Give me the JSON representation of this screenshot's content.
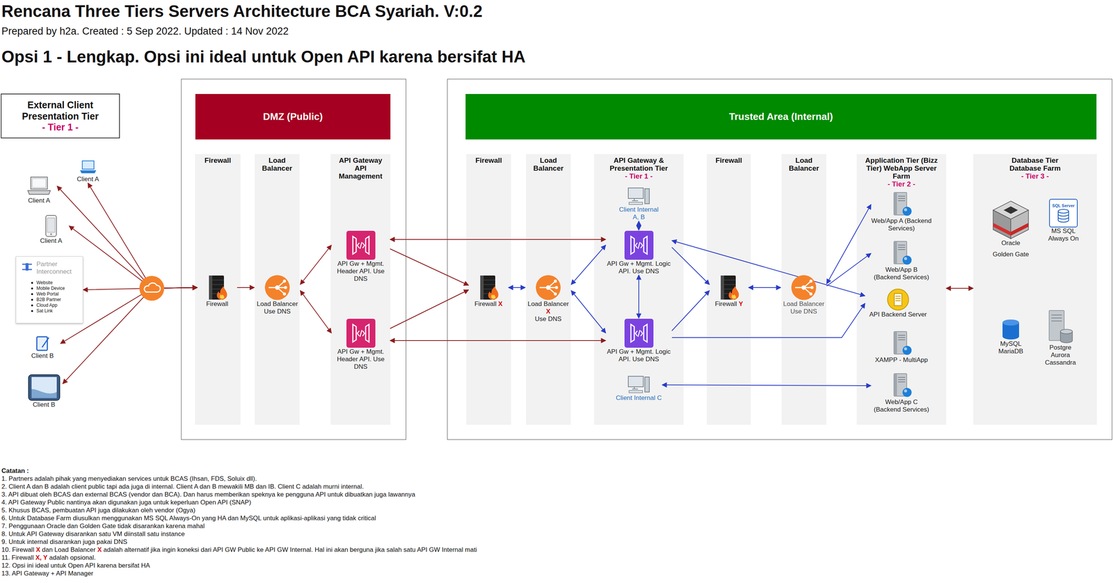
{
  "diagram": {
    "title": "Rencana Three Tiers Servers Architecture BCA Syariah. V:0.2",
    "caption": "Prepared by h2a. Created : 5 Sep 2022. Updated : 14 Nov 2022",
    "nodes": [
      {
        "text": [
          "External Client Presentation Tier",
          "- Tier 1 -"
        ]
      },
      {
        "text": [
          "Client A"
        ]
      },
      {
        "text": [
          "Client A"
        ]
      },
      {
        "text": [
          "Client A"
        ]
      },
      {
        "text": [
          "Partner Interconnect",
          "Website",
          "Mobile Device",
          "Web Portal",
          "B2B Partner",
          "Cloud App",
          "Sat Link"
        ]
      },
      {
        "text": [
          "Client B"
        ]
      },
      {
        "text": [
          "Client B"
        ]
      },
      {
        "text": [
          "DMZ (Public)"
        ]
      },
      {
        "text": [
          "Firewall"
        ],
        "in": 7
      },
      {
        "text": [
          "Firewall"
        ],
        "in": 8
      },
      {
        "text": [
          "Load Balancer"
        ],
        "in": 7
      },
      {
        "text": [
          "Load Balancer Use DNS"
        ],
        "in": 10
      },
      {
        "text": [
          "API Gateway API Management"
        ],
        "in": 7
      },
      {
        "text": [
          "API Gw + Mgmt. Header API. Use DNS"
        ],
        "in": 12
      },
      {
        "text": [
          "API Gw + Mgmt. Header API. Use DNS"
        ],
        "in": 12
      },
      {
        "text": [
          "Trusted Area (Internal)"
        ]
      },
      {
        "text": [
          "Firewall"
        ],
        "in": 15
      },
      {
        "text": [
          "Firewall",
          "X"
        ],
        "in": 16
      },
      {
        "text": [
          "Load Balancer"
        ],
        "in": 15
      },
      {
        "text": [
          "Load Balancer",
          "X",
          "Use DNS"
        ],
        "in": 18
      },
      {
        "text": [
          "API Gateway & Presentation Tier",
          "- Tier 1 -"
        ],
        "in": 15
      },
      {
        "text": [
          "Client Internal A, B"
        ],
        "in": 20
      },
      {
        "text": [
          "API Gw + Mgmt. Logic API. Use DNS"
        ],
        "in": 20
      },
      {
        "text": [
          "API Gw + Mgmt. Logic API. Use DNS"
        ],
        "in": 20
      },
      {
        "text": [
          "Client Internal C"
        ],
        "in": 20
      },
      {
        "text": [
          "Firewall"
        ],
        "in": 15
      },
      {
        "text": [
          "Firewall",
          "Y"
        ],
        "in": 25
      },
      {
        "text": [
          "Load Balancer"
        ],
        "in": 15
      },
      {
        "text": [
          "Load Balancer Use DNS"
        ],
        "in": 27
      },
      {
        "text": [
          "Application Tier (Bizz Tier) WebApp Server Farm",
          "- Tier 2 -"
        ],
        "in": 15
      },
      {
        "text": [
          "Web/App A (Backend Services)"
        ],
        "in": 29
      },
      {
        "text": [
          "Web/App B (Backend Services)"
        ],
        "in": 29
      },
      {
        "text": [
          "API Backend Server"
        ],
        "in": 29
      },
      {
        "text": [
          "XAMPP - MultiApp"
        ],
        "in": 29
      },
      {
        "text": [
          "Web/App C (Backend Services)"
        ],
        "in": 29
      },
      {
        "text": [
          "Database Tier Database Farm",
          "- Tier 3 -"
        ],
        "in": 15
      },
      {
        "text": [
          "Oracle",
          "Golden Gate"
        ],
        "in": 35
      },
      {
        "text": [
          "SQL Server",
          "MS SQL Always On"
        ],
        "in": 35
      },
      {
        "text": [
          "MySQL MariaDB"
        ],
        "in": 35
      },
      {
        "text": [
          "Postgre Aurora Cassandra"
        ],
        "in": 35
      }
    ],
    "edges": [
      {
        "from": 1,
        "to": 9,
        "arrow": "both"
      },
      {
        "from": 2,
        "to": 9,
        "arrow": "both"
      },
      {
        "from": 3,
        "to": 9,
        "arrow": "both"
      },
      {
        "from": 4,
        "to": 9,
        "arrow": "both"
      },
      {
        "from": 5,
        "to": 9,
        "arrow": "both"
      },
      {
        "from": 6,
        "to": 9,
        "arrow": "both"
      },
      {
        "from": 9,
        "to": 11,
        "arrow": "to"
      },
      {
        "from": 11,
        "to": 13,
        "arrow": "both"
      },
      {
        "from": 11,
        "to": 14,
        "arrow": "both"
      },
      {
        "from": 13,
        "to": 22,
        "arrow": "both"
      },
      {
        "from": 14,
        "to": 23,
        "arrow": "both"
      },
      {
        "from": 13,
        "to": 17,
        "arrow": "to"
      },
      {
        "from": 14,
        "to": 17,
        "arrow": "to"
      },
      {
        "from": 17,
        "to": 19,
        "arrow": "both"
      },
      {
        "from": 19,
        "to": 22,
        "arrow": "both"
      },
      {
        "from": 19,
        "to": 23,
        "arrow": "both"
      },
      {
        "from": 21,
        "to": 22,
        "arrow": "both"
      },
      {
        "from": 22,
        "to": 23,
        "arrow": "both"
      },
      {
        "from": 22,
        "to": 26,
        "arrow": "to"
      },
      {
        "from": 23,
        "to": 26,
        "arrow": "to"
      },
      {
        "from": 26,
        "to": 28,
        "arrow": "both"
      },
      {
        "from": 28,
        "to": 30,
        "arrow": "both"
      },
      {
        "from": 28,
        "to": 31,
        "arrow": "to"
      },
      {
        "from": 22,
        "to": 32,
        "arrow": "both"
      },
      {
        "from": 23,
        "to": 32,
        "arrow": "to"
      },
      {
        "from": 24,
        "to": 34,
        "arrow": "both"
      },
      {
        "from": 29,
        "to": 35,
        "arrow": "both"
      }
    ],
    "labels": [
      "Opsi 1 - Lengkap. Opsi ini ideal untuk Open API karena bersifat HA",
      "Catatan :",
      "1. Partners adalah pihak yang menyediakan services untuk BCAS (Ihsan, FDS, Soluix dll).",
      "2. Client A dan B adalah client public tapi ada juga di internal. Client A dan B mewakili MB dan IB. Client C adalah murni internal.",
      "3. API dibuat oleh BCAS dan external BCAS (vendor dan BCA). Dan harus memberikan speknya ke pengguna API untuk dibuatkan juga lawannya",
      "4. API Gateway Public nantinya akan digunakan juga untuk keperluan Open API (SNAP)",
      "5. Khusus BCAS, pembuatan API juga dilakukan oleh vendor (Ogya)",
      "6. Untuk Database Farm diusulkan menggunakan MS SQL Always-On yang HA dan MySQL untuk aplikasi-aplikasi yang tidak critical",
      "7. Penggunaan Oracle dan Golden Gate  tidak disarankan karena mahal",
      "8. Untuk API Gateway disarankan satu VM diinstall satu instance",
      "9. Untuk internal disarankan juga pakai DNS",
      "10. Firewall",
      "X",
      "dan Load Balancer",
      "X",
      "adalah alternatif jika ingin koneksi dari API GW Public ke API GW Internal. Hal ini akan berguna jika salah satu API GW Internal mati",
      "11. Firewall",
      "X, Y",
      "adalah opsional.",
      "12. Opsi ini ideal untuk Open API karena bersifat HA",
      "13. API Gateway + API Manager"
    ]
  }
}
